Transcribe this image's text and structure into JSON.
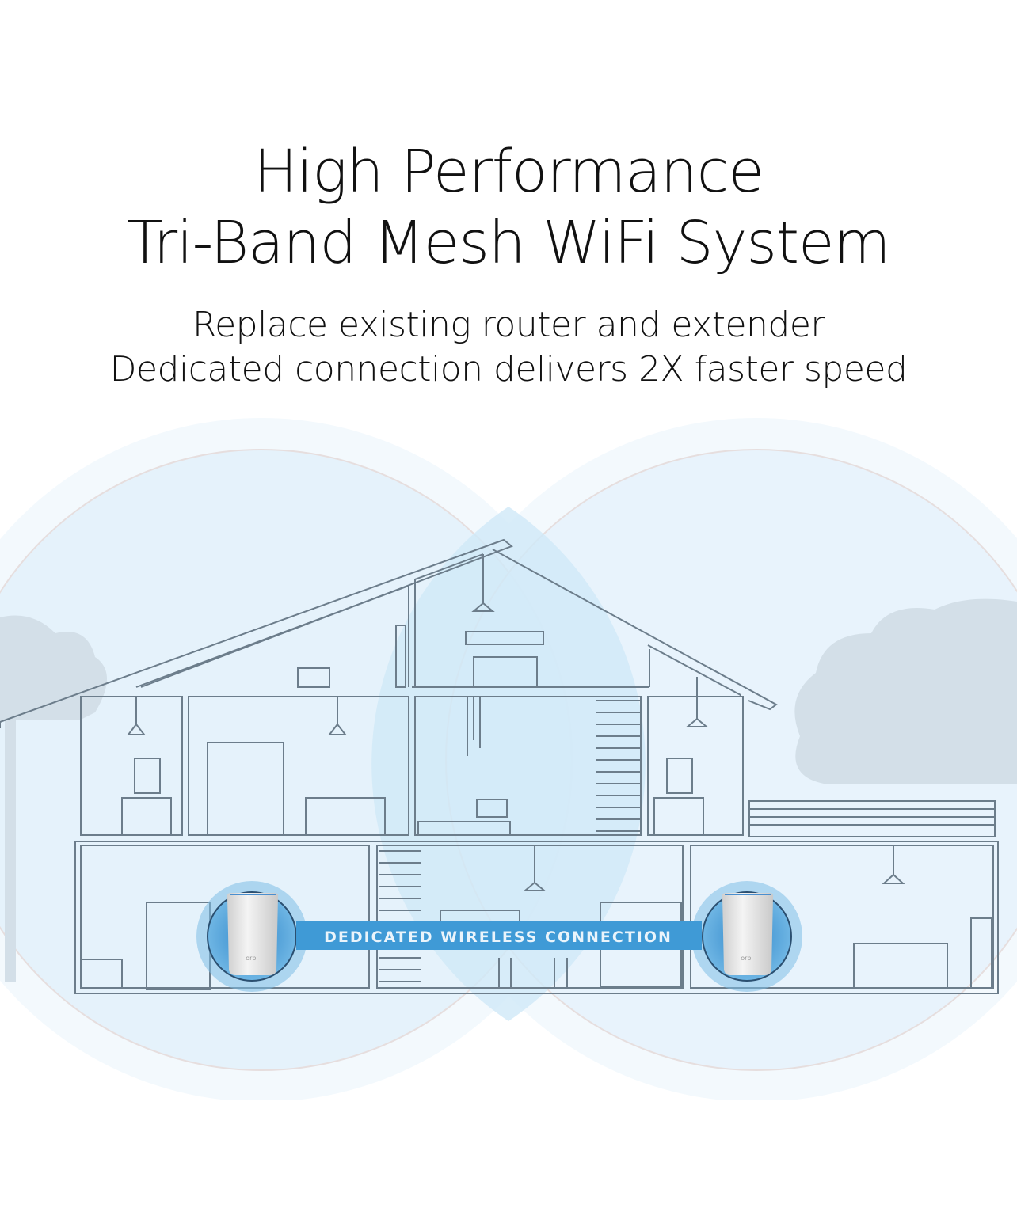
{
  "headline": {
    "line1": "High Performance",
    "line2": "Tri-Band Mesh WiFi System"
  },
  "subheadline": {
    "line1": "Replace existing router and extender",
    "line2": "Dedicated connection delivers 2X faster speed"
  },
  "illustration": {
    "connection_label": "DEDICATED WIRELESS CONNECTION",
    "router_logo": "orbi",
    "colors": {
      "coverage": "#e4f2fb",
      "coverage_overlap": "#cfe7f6",
      "band": "#3f9ad6",
      "house_line": "#6b7c8a",
      "tree": "#cfdbe4",
      "router": "#e9e9e9"
    }
  }
}
